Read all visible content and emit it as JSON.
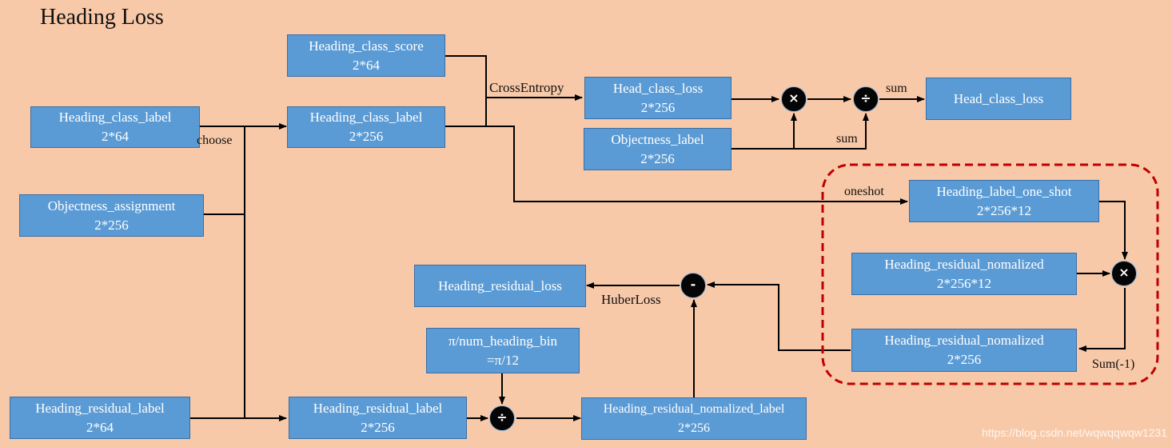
{
  "title": "Heading Loss",
  "boxes": {
    "heading_class_label_in": {
      "line1": "Heading_class_label",
      "line2": "2*64"
    },
    "objectness_assignment": {
      "line1": "Objectness_assignment",
      "line2": "2*256"
    },
    "heading_residual_label_in": {
      "line1": "Heading_residual_label",
      "line2": "2*64"
    },
    "heading_class_score": {
      "line1": "Heading_class_score",
      "line2": "2*64"
    },
    "heading_class_label_sel": {
      "line1": "Heading_class_label",
      "line2": "2*256"
    },
    "head_class_loss_mid": {
      "line1": "Head_class_loss",
      "line2": "2*256"
    },
    "objectness_label": {
      "line1": "Objectness_label",
      "line2": "2*256"
    },
    "head_class_loss_out": {
      "line1": "Head_class_loss",
      "line2": ""
    },
    "heading_label_one_shot": {
      "line1": "Heading_label_one_shot",
      "line2": "2*256*12"
    },
    "heading_residual_nomalized_12": {
      "line1": "Heading_residual_nomalized",
      "line2": "2*256*12"
    },
    "heading_residual_nomalized_256": {
      "line1": "Heading_residual_nomalized",
      "line2": "2*256"
    },
    "heading_residual_loss": {
      "line1": "Heading_residual_loss",
      "line2": ""
    },
    "pi_num_heading_bin": {
      "line1": "π/num_heading_bin",
      "line2": "=π/12"
    },
    "heading_residual_label_sel": {
      "line1": "Heading_residual_label",
      "line2": "2*256"
    },
    "heading_residual_nomalized_label": {
      "line1": "Heading_residual_nomalized_label",
      "line2": "2*256"
    }
  },
  "labels": {
    "choose": "choose",
    "cross_entropy": "CrossEntropy",
    "sum_top": "sum",
    "sum_bottom": "sum",
    "oneshot": "oneshot",
    "huber_loss": "HuberLoss",
    "sum_neg1": "Sum(-1)"
  },
  "operators": {
    "multiply_1": "×",
    "divide_1": "÷",
    "multiply_2": "×",
    "subtract": "-",
    "divide_2": "÷"
  },
  "watermark": "https://blog.csdn.net/wqwqqwqw1231",
  "colors": {
    "background": "#f8c9a8",
    "box_fill": "#5b9bd5",
    "box_border": "#3a6ea5",
    "highlight_dash": "#c00000"
  }
}
